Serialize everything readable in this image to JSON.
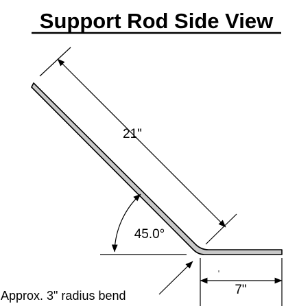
{
  "title": "Support Rod Side View",
  "labels": {
    "long_length": "21\"",
    "angle": "45.0°",
    "short_length": "7\"",
    "bend_note": "Approx. 3\" radius bend"
  },
  "colors": {
    "rod_fill": "#c8c8c8",
    "line": "#000000",
    "background": "#ffffff"
  }
}
